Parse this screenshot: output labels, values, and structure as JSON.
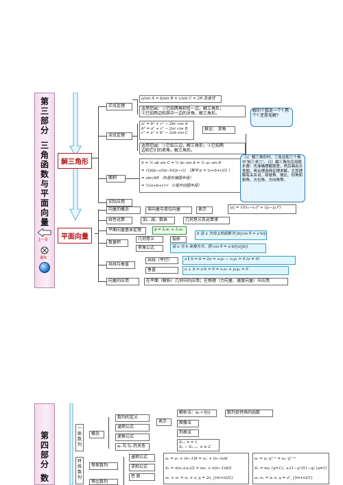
{
  "part3": {
    "sidebar_title": [
      "第",
      "三",
      "部",
      "分",
      "三",
      "角",
      "函",
      "数",
      "与",
      "平",
      "面",
      "向",
      "量"
    ],
    "nav": {
      "prev_label": "上一页",
      "exit_label": "退出"
    },
    "chapters": {
      "trig": "解三角形",
      "vector": "平面向量"
    },
    "trig": {
      "sine_law": "正弦定理",
      "sine_formula": "a/sin A = b/sin B = c/sin C = 2R 及变式",
      "sine_scope_1": "适用范围：①已知两角和任一边，解三角形；",
      "sine_scope_2": "②已知两边和其中一边的对角，解三角形。",
      "cosine_law": "余弦定理",
      "cos_a": "a² = b² + c² − 2bc cos A",
      "cos_b": "b² = a² + c² − 2ac cos B",
      "cos_c": "c² = a² + b² − 2ab cos C",
      "cos_variant": "推论： 求角",
      "cos_scope_1": "适用范围：①已知三边，解三角形；②已知两",
      "cos_scope_2": "边和它们的夹角，解三角形。",
      "area": "面积",
      "area_f1": "S = ½ ab sin C = ½ bc sin A = ½ ac sin B",
      "area_f2": "= √(p(p−a)(p−b)(p−c))  （其中 p = (a+b+c)/2 ）",
      "area_f3": "= abc/4R （R是外接圆半径）",
      "area_f4": "= ½(a+b+c)·r （r是内切圆半径）",
      "practical": "实际应用",
      "note_1": "解的个数是一个? 两个? 还是无解?",
      "note_2": "（1）解三角形时，三条边和三个角中\"知三求二\"。（2）解三角形应用题步骤：先准确理解题意，然后画出示意图，再合理选择定理求解，尤其理解有关名词，如坡角、坡比、仰角和俯角、方位角、方向角等。"
    },
    "vector": {
      "concept": "向量的概念",
      "zero_unit": "零向量与单位向量",
      "represent": "表示",
      "modulus": "|a| = √((x₂−x₁)² + (y₂−y₁)²)",
      "linear_ops": "线性运算",
      "ops": "加、减、数乘",
      "geo_meaning": "几何意义及运算律",
      "basic_theorem": "平面向量基本定理",
      "basic_formula": "p = λ₁e₁ + λ₂e₂",
      "projection_text": "b 在 a 方向上的投影为 |b|cos θ = a·b/|a|",
      "dot": "数量积",
      "geo_sense": "几何意义",
      "projection": "投影",
      "angle": "夹角公式",
      "angle_formula": "设 a 与 b 夹角为 θ，则 cos θ = a·b/(|a||b|)",
      "collinear_perp": "共线与垂直",
      "collinear": "共线（平行）",
      "collinear_formula": "a ∥ b ⇔ b = λa ⇔ x₁y₂ − x₂y₁ = 0 (a ≠ 0)",
      "perpendicular": "垂直",
      "perp_formula": "a ⊥ b ⇔ a·b = 0 ⇔ x₁x₂ + y₁y₂ = 0",
      "application": "向量的应用",
      "application_text": "在平面（解析）几何中的应用；在物理（力向量、速度向量）中应用"
    }
  },
  "part4": {
    "sidebar_title": [
      "第",
      "四",
      "部",
      "分",
      "数"
    ],
    "general": [
      "一",
      "般",
      "数",
      "列"
    ],
    "concept": "概念",
    "definition": "数列的定义",
    "represent": "表示",
    "analytic": "解析法：aₙ = f(n)",
    "special_fn": "数列是特殊的函数",
    "general_term": "通项公式",
    "recursive": "递推公式",
    "sum_relation": "aₙ 与 Sₙ 的关系",
    "image_method": "图像法",
    "list_method": "列表法",
    "sn_relation_1": "S₁，n = 1",
    "sn_relation_2": "Sₙ − Sₙ₋₁，n ≥ 2",
    "special": [
      "特",
      "殊",
      "数",
      "列"
    ],
    "arithmetic": "等差数列",
    "geometric": "等比数列",
    "term_formula": "通项公式",
    "sum_formula": "求和公式",
    "properties": "性 质",
    "arith_f1": "aₙ = a₁ + (n−1)d = aₘ + (n−m)d",
    "arith_f2": "Sₙ = n(a₁+aₙ)/2 = na₁ + n(n−1)d/2",
    "arith_f3": "aₘ + aₙ = aₚ + a_q = 2a_{(m+n)/2}",
    "geo_f1": "aₙ = a₁·qⁿ⁻¹ = aₘ·qⁿ⁻ᵐ",
    "geo_f2": "Sₙ = na₁ (q=1)；a₁(1−qⁿ)/(1−q) (q≠1)",
    "geo_f3": "aₘ·aₙ = aₚ·a_q = a²_{(m+n)/2}"
  }
}
